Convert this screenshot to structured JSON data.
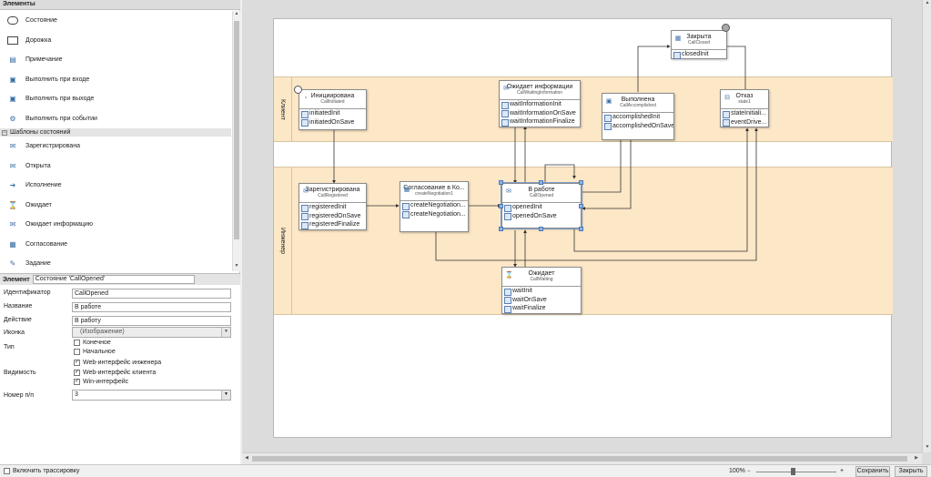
{
  "elements_panel": {
    "title": "Элементы",
    "items": [
      {
        "label": "Состояние",
        "icon": "state-oval-icon"
      },
      {
        "label": "Дорожка",
        "icon": "swimlane-rect-icon"
      },
      {
        "label": "Примечание",
        "icon": "note-icon"
      },
      {
        "label": "Выполнить при входе",
        "icon": "on-enter-icon"
      },
      {
        "label": "Выполнить при выходе",
        "icon": "on-exit-icon"
      },
      {
        "label": "Выполнить при событии",
        "icon": "on-event-icon"
      }
    ],
    "group_title": "Шаблоны состояний",
    "templates": [
      {
        "label": "Зарегистрирована",
        "icon": "envelope-icon"
      },
      {
        "label": "Открыта",
        "icon": "open-envelope-icon"
      },
      {
        "label": "Исполнение",
        "icon": "arrow-right-icon"
      },
      {
        "label": "Ожидает",
        "icon": "hourglass-icon"
      },
      {
        "label": "Ожидает информацию",
        "icon": "info-envelope-icon"
      },
      {
        "label": "Согласование",
        "icon": "approval-icon"
      },
      {
        "label": "Задание",
        "icon": "task-icon"
      }
    ]
  },
  "properties": {
    "header_label": "Элемент",
    "selected_element": "Состояние 'CallOpened'",
    "id_label": "Идентификатор",
    "id_value": "CallOpened",
    "name_label": "Название",
    "name_value": "В работе",
    "action_label": "Действие",
    "action_value": "В работу",
    "icon_label": "Иконка",
    "icon_value": "(Изображение)",
    "type_label": "Тип",
    "type_final": "Конечное",
    "type_initial": "Начальное",
    "visibility_label": "Видимость",
    "vis_engineer": "Web-интерфейс инженера",
    "vis_client": "Web-интерфейс клиента",
    "vis_win": "Win-интерфейс",
    "order_label": "Номер п/п",
    "order_value": "3"
  },
  "diagram": {
    "lanes": {
      "client": "Клиент",
      "engineer": "Инженер"
    },
    "nodes": {
      "initiated": {
        "title": "Инициирована",
        "sub": "CallInitiated",
        "actions": [
          "initiatedInit",
          "initiatedOnSave"
        ]
      },
      "waiting_info": {
        "title": "Ожидает информации",
        "sub": "CallWaitingInformation",
        "actions": [
          "waitInformationInit",
          "waitInformationOnSave",
          "waitInformationFinalize"
        ]
      },
      "accomplished": {
        "title": "Выполнена",
        "sub": "CallAccomplished",
        "actions": [
          "accomplishedInit",
          "accomplishedOnSave"
        ]
      },
      "closed": {
        "title": "Закрыта",
        "sub": "CallClosed",
        "actions": [
          "closedInit"
        ]
      },
      "refused": {
        "title": "Отказ",
        "sub": "state1",
        "actions": [
          "stateInitiali...",
          "eventDrive..."
        ]
      },
      "registered": {
        "title": "Зарегистрирована",
        "sub": "CallRegistered",
        "actions": [
          "registeredInit",
          "registeredOnSave",
          "registeredFinalize"
        ]
      },
      "negotiation": {
        "title": "Согласование в Ко...",
        "sub": "createNegotiation1",
        "actions": [
          "createNegotiation...",
          "createNegotiation..."
        ]
      },
      "opened": {
        "title": "В работе",
        "sub": "CallOpened",
        "actions": [
          "openedInit",
          "openedOnSave"
        ]
      },
      "waiting": {
        "title": "Ожидает",
        "sub": "CallWaiting",
        "actions": [
          "waitInit",
          "waitOnSave",
          "waitFinalize"
        ]
      }
    }
  },
  "statusbar": {
    "trace_label": "Включить трассировку",
    "zoom": "100%",
    "zoom_level": 0.45,
    "save_label": "Сохранить",
    "close_label": "Закрыть"
  }
}
